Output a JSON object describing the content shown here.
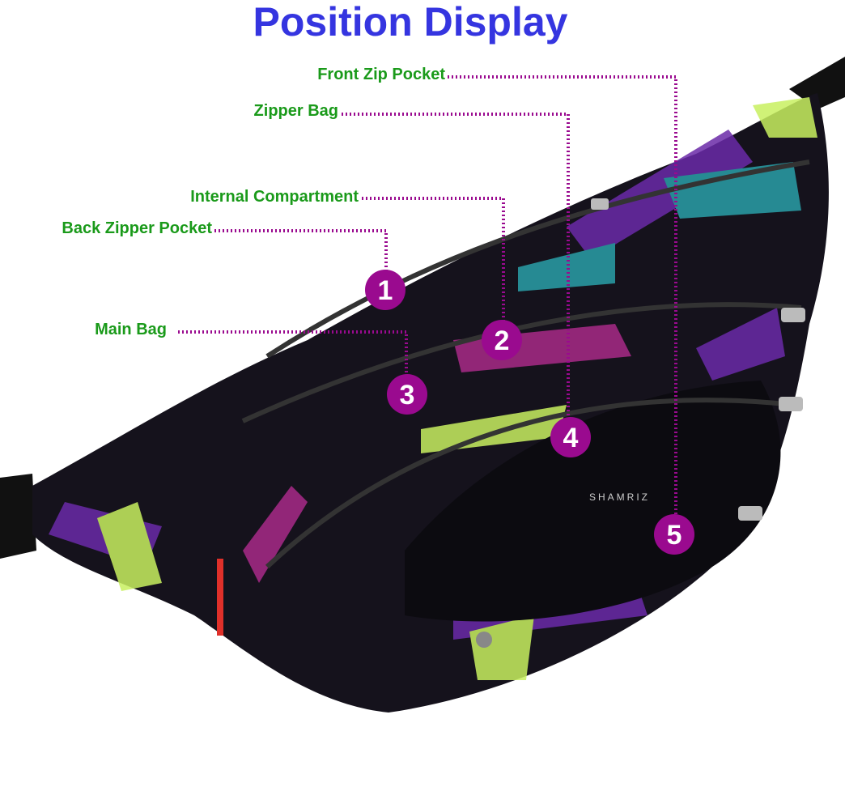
{
  "title": "Position Display",
  "labels": [
    {
      "text": "Front Zip Pocket",
      "number": "5"
    },
    {
      "text": "Zipper Bag",
      "number": "4"
    },
    {
      "text": "Internal Compartment",
      "number": "2"
    },
    {
      "text": "Back Zipper Pocket",
      "number": "1"
    },
    {
      "text": "Main Bag",
      "number": "3"
    }
  ],
  "brand": "SHAMRIZ",
  "colors": {
    "title": "#3535e0",
    "label": "#1a9a1a",
    "marker": "#9a0a8f",
    "bag": "#15121c"
  }
}
